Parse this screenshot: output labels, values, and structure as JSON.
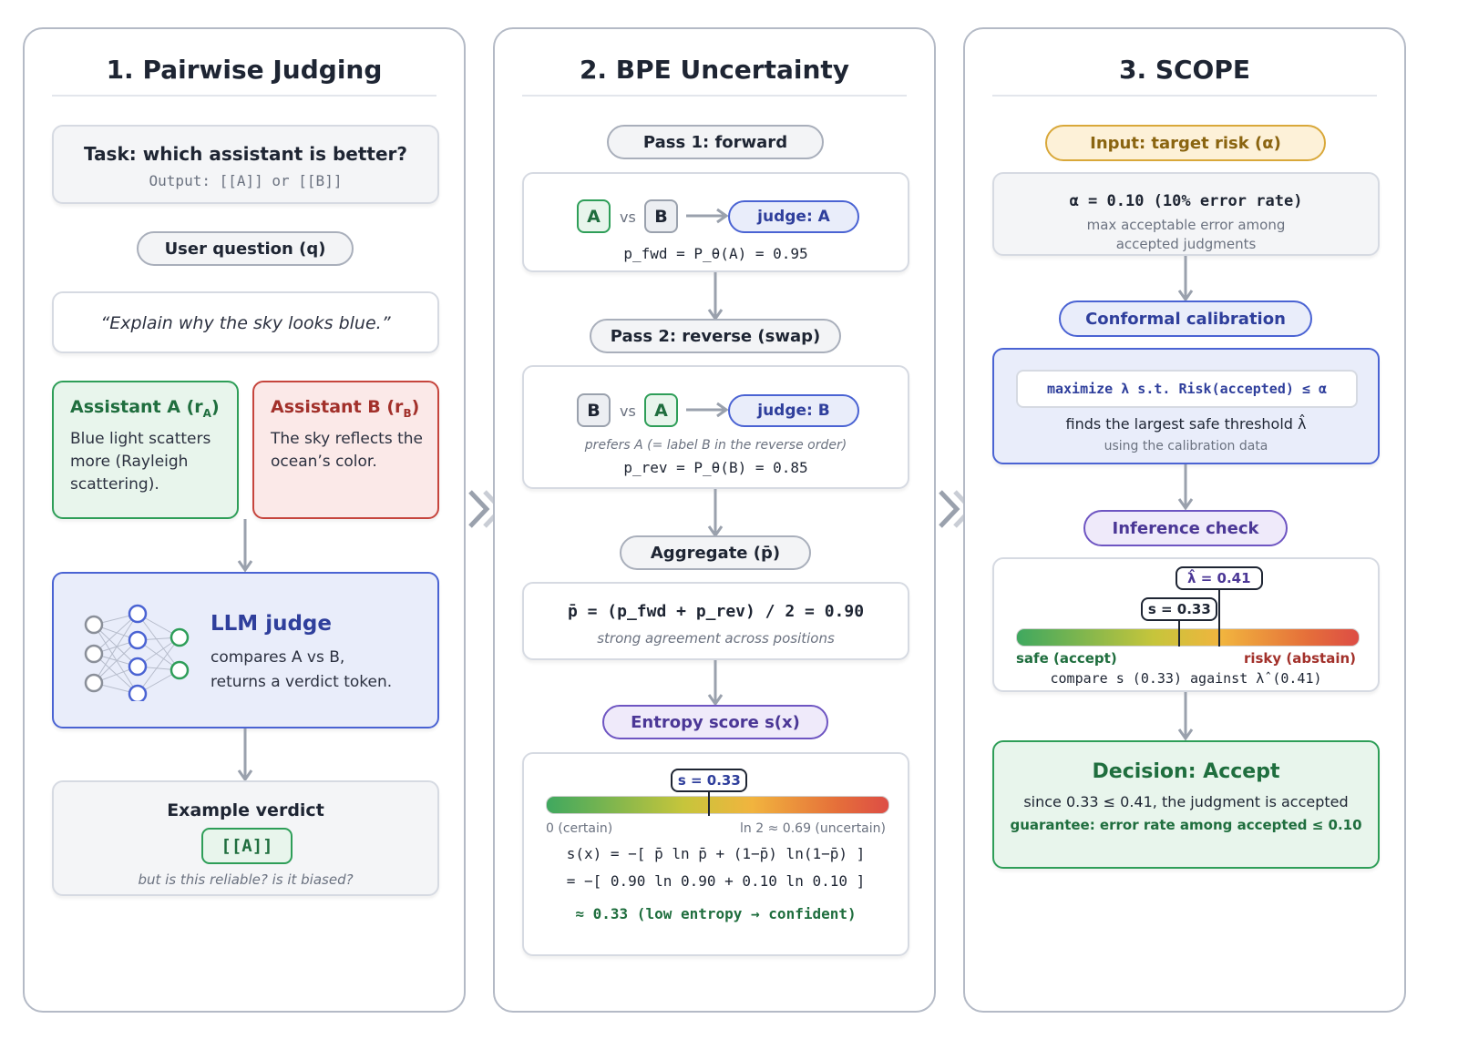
{
  "panels": {
    "p1": {
      "title": "1. Pairwise Judging",
      "task_title": "Task: which assistant is better?",
      "task_output": "Output: [[A]] or [[B]]",
      "user_question_pill": "User question (q)",
      "question_text": "“Explain why the sky looks blue.”",
      "assistant_a_title": "Assistant A (r",
      "assistant_a_sub": "A",
      "assistant_a_close": ")",
      "assistant_a_text": "Blue light scatters more (Rayleigh scattering).",
      "assistant_b_title": "Assistant B (r",
      "assistant_b_sub": "B",
      "assistant_b_close": ")",
      "assistant_b_text": "The sky reflects the ocean’s color.",
      "judge_title": "LLM judge",
      "judge_text_1": "compares A vs B,",
      "judge_text_2": "returns a verdict token.",
      "verdict_title": "Example verdict",
      "verdict_value": "[[A]]",
      "verdict_note": "but is this reliable? is it biased?"
    },
    "p2": {
      "title": "2. BPE Uncertainty",
      "pass1_pill": "Pass 1: forward",
      "pass1_left": "A",
      "pass1_vs": "vs",
      "pass1_right": "B",
      "pass1_judge": "judge: A",
      "pass1_formula": "p_fwd = P_θ(A) = 0.95",
      "pass2_pill": "Pass 2: reverse (swap)",
      "pass2_left": "B",
      "pass2_vs": "vs",
      "pass2_right": "A",
      "pass2_judge": "judge: B",
      "pass2_note": "prefers A (= label B in the reverse order)",
      "pass2_formula": "p_rev = P_θ(B) = 0.85",
      "aggregate_pill": "Aggregate (p̄)",
      "aggregate_formula": "p̄ = (p_fwd + p_rev) / 2 = 0.90",
      "aggregate_note": "strong agreement across positions",
      "entropy_pill": "Entropy score s(x)",
      "entropy_tag": "s = 0.33",
      "entropy_score": 0.33,
      "scale_max": 0.69,
      "scale_left": "0 (certain)",
      "scale_right": "ln 2 ≈ 0.69 (uncertain)",
      "entropy_line1": "s(x) = −[ p̄ ln p̄ + (1−p̄) ln(1−p̄) ]",
      "entropy_line2": "= −[ 0.90 ln 0.90 + 0.10 ln 0.10 ]",
      "entropy_line3": "≈ 0.33 (low entropy → confident)"
    },
    "p3": {
      "title": "3. SCOPE",
      "input_pill": "Input: target risk (α)",
      "alpha_title": "α = 0.10 (10% error rate)",
      "alpha_note_1": "max acceptable error among",
      "alpha_note_2": "accepted judgments",
      "calib_pill": "Conformal calibration",
      "calib_formula": "maximize λ s.t. Risk(accepted) ≤ α",
      "calib_text": "finds the largest safe threshold λ̂",
      "calib_note": "using the calibration data",
      "inference_pill": "Inference check",
      "lambda_tag": "λ̂ = 0.41",
      "s_tag": "s = 0.33",
      "s_value": 0.33,
      "lambda_value": 0.41,
      "scale_safe": "safe (accept)",
      "scale_risky": "risky (abstain)",
      "compare_text": "compare s (0.33) against λ̂ (0.41)",
      "decision_title": "Decision: Accept",
      "decision_text": "since 0.33 ≤ 0.41, the judgment is accepted",
      "decision_guarantee": "guarantee: error rate among accepted ≤ 0.10"
    }
  },
  "colors": {
    "green": "#2e9e58",
    "green_dark": "#1f6e3e",
    "red": "#c6453d",
    "red_dark": "#a2302a",
    "blue": "#4a63d3",
    "blue_text": "#2f3f9c",
    "purple": "#6e55c2",
    "purple_text": "#4b3796",
    "gold": "#d9a83a",
    "gold_text": "#8a6410"
  }
}
